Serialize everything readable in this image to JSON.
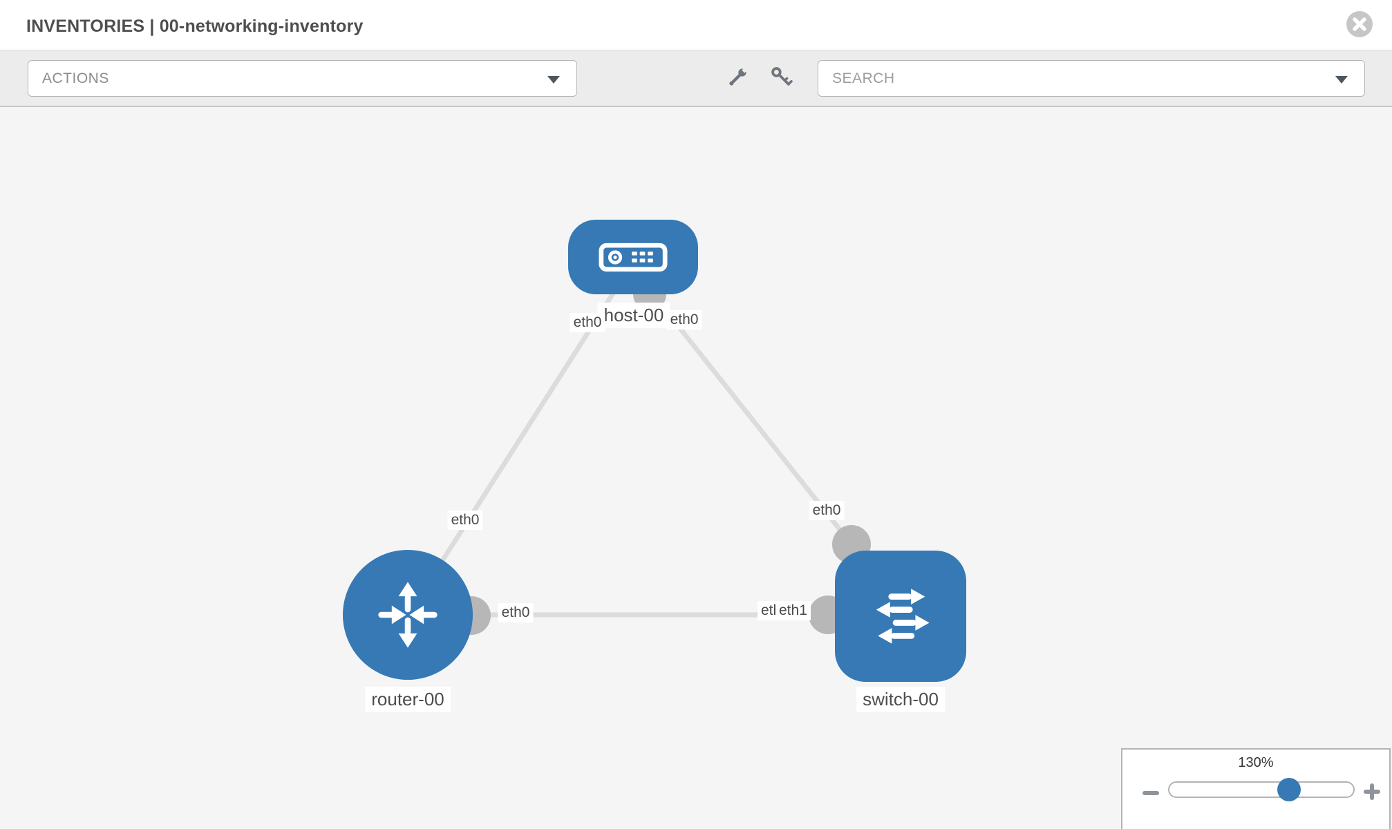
{
  "header": {
    "title": "INVENTORIES | 00-networking-inventory"
  },
  "toolbar": {
    "actions_label": "ACTIONS",
    "search_label": "SEARCH",
    "tool_icons": [
      "wrench",
      "key"
    ]
  },
  "topology": {
    "nodes": [
      {
        "id": "host-00",
        "type": "host",
        "label": "host-00"
      },
      {
        "id": "router-00",
        "type": "router",
        "label": "router-00"
      },
      {
        "id": "switch-00",
        "type": "switch",
        "label": "switch-00"
      }
    ],
    "links": [
      {
        "from": "host-00",
        "to": "router-00"
      },
      {
        "from": "host-00",
        "to": "switch-00"
      },
      {
        "from": "router-00",
        "to": "switch-00"
      }
    ],
    "link_labels": [
      {
        "text": "eth0",
        "link": "host-00 - router-00",
        "end": "host-00"
      },
      {
        "text": "eth0",
        "link": "host-00 - switch-00",
        "end": "host-00"
      },
      {
        "text": "eth0",
        "link": "host-00 - router-00",
        "end": "router-00"
      },
      {
        "text": "eth0",
        "link": "host-00 - switch-00",
        "end": "switch-00"
      },
      {
        "text": "eth0",
        "link": "router-00 - switch-00",
        "end": "router-00"
      },
      {
        "text": "eth0",
        "link": "router-00 - switch-00",
        "end": "switch-00"
      },
      {
        "text": "eth1",
        "link": "router-00 - switch-00",
        "end": "switch-00"
      }
    ],
    "colors": {
      "node_blue": "#3679b5",
      "link_gray": "#dcdcdc",
      "port_gray": "#b7b7b7"
    }
  },
  "zoom_control": {
    "level": "130%"
  }
}
